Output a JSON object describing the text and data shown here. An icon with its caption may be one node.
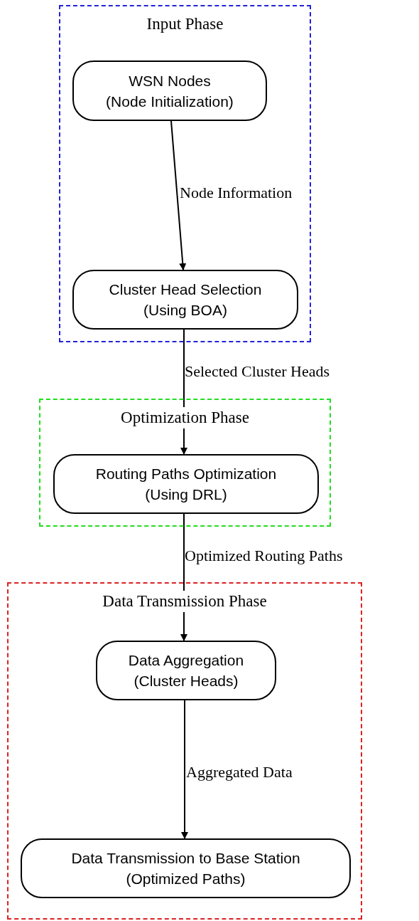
{
  "diagram": {
    "nodes": [
      {
        "text": [
          "Input Phase"
        ]
      },
      {
        "text": [
          "WSN Nodes",
          "(Node Initialization)"
        ],
        "in": 0
      },
      {
        "text": [
          "Cluster Head Selection",
          "(Using BOA)"
        ],
        "in": 0
      },
      {
        "text": [
          "Optimization Phase"
        ]
      },
      {
        "text": [
          "Routing Paths Optimization",
          "(Using DRL)"
        ],
        "in": 3
      },
      {
        "text": [
          "Data Transmission Phase"
        ]
      },
      {
        "text": [
          "Data Aggregation",
          "(Cluster Heads)"
        ],
        "in": 5
      },
      {
        "text": [
          "Data Transmission to Base Station",
          "(Optimized Paths)"
        ],
        "in": 5
      }
    ],
    "edges": [
      {
        "from": 1,
        "to": 2,
        "arrow": "to",
        "label": "Node Information"
      },
      {
        "from": 2,
        "to": 4,
        "arrow": "to",
        "label": "Selected Cluster Heads"
      },
      {
        "from": 4,
        "to": 6,
        "arrow": "to",
        "label": "Optimized Routing Paths"
      },
      {
        "from": 6,
        "to": 7,
        "arrow": "to",
        "label": "Aggregated Data"
      }
    ]
  }
}
